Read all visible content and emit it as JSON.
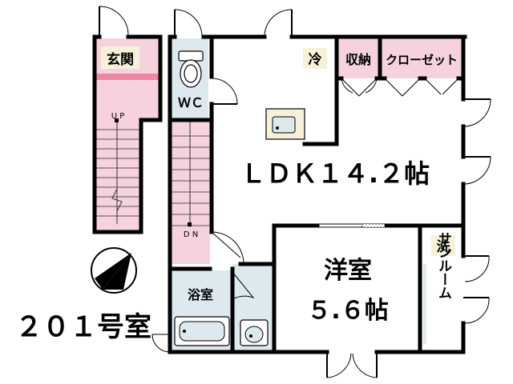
{
  "unit_name": "２０１号室",
  "rooms": {
    "entrance": "玄関",
    "toilet": "ＷＣ",
    "fridge": "冷",
    "storage": "収納",
    "closet": "クローゼット",
    "ldk": "ＬＤＫ１４.２帖",
    "western_room_name": "洋室",
    "western_room_size": "５.６帖",
    "washer": "洗",
    "sunroom": "サンルーム",
    "bath": "浴室"
  },
  "stairs": {
    "up": "U P",
    "down": "D N"
  },
  "colors": {
    "pink": "#f6d3dc",
    "accent_pink": "#ef87a4",
    "blue_tint": "#dde9ef",
    "wall": "#000000",
    "label_box": "#f7f1da"
  }
}
